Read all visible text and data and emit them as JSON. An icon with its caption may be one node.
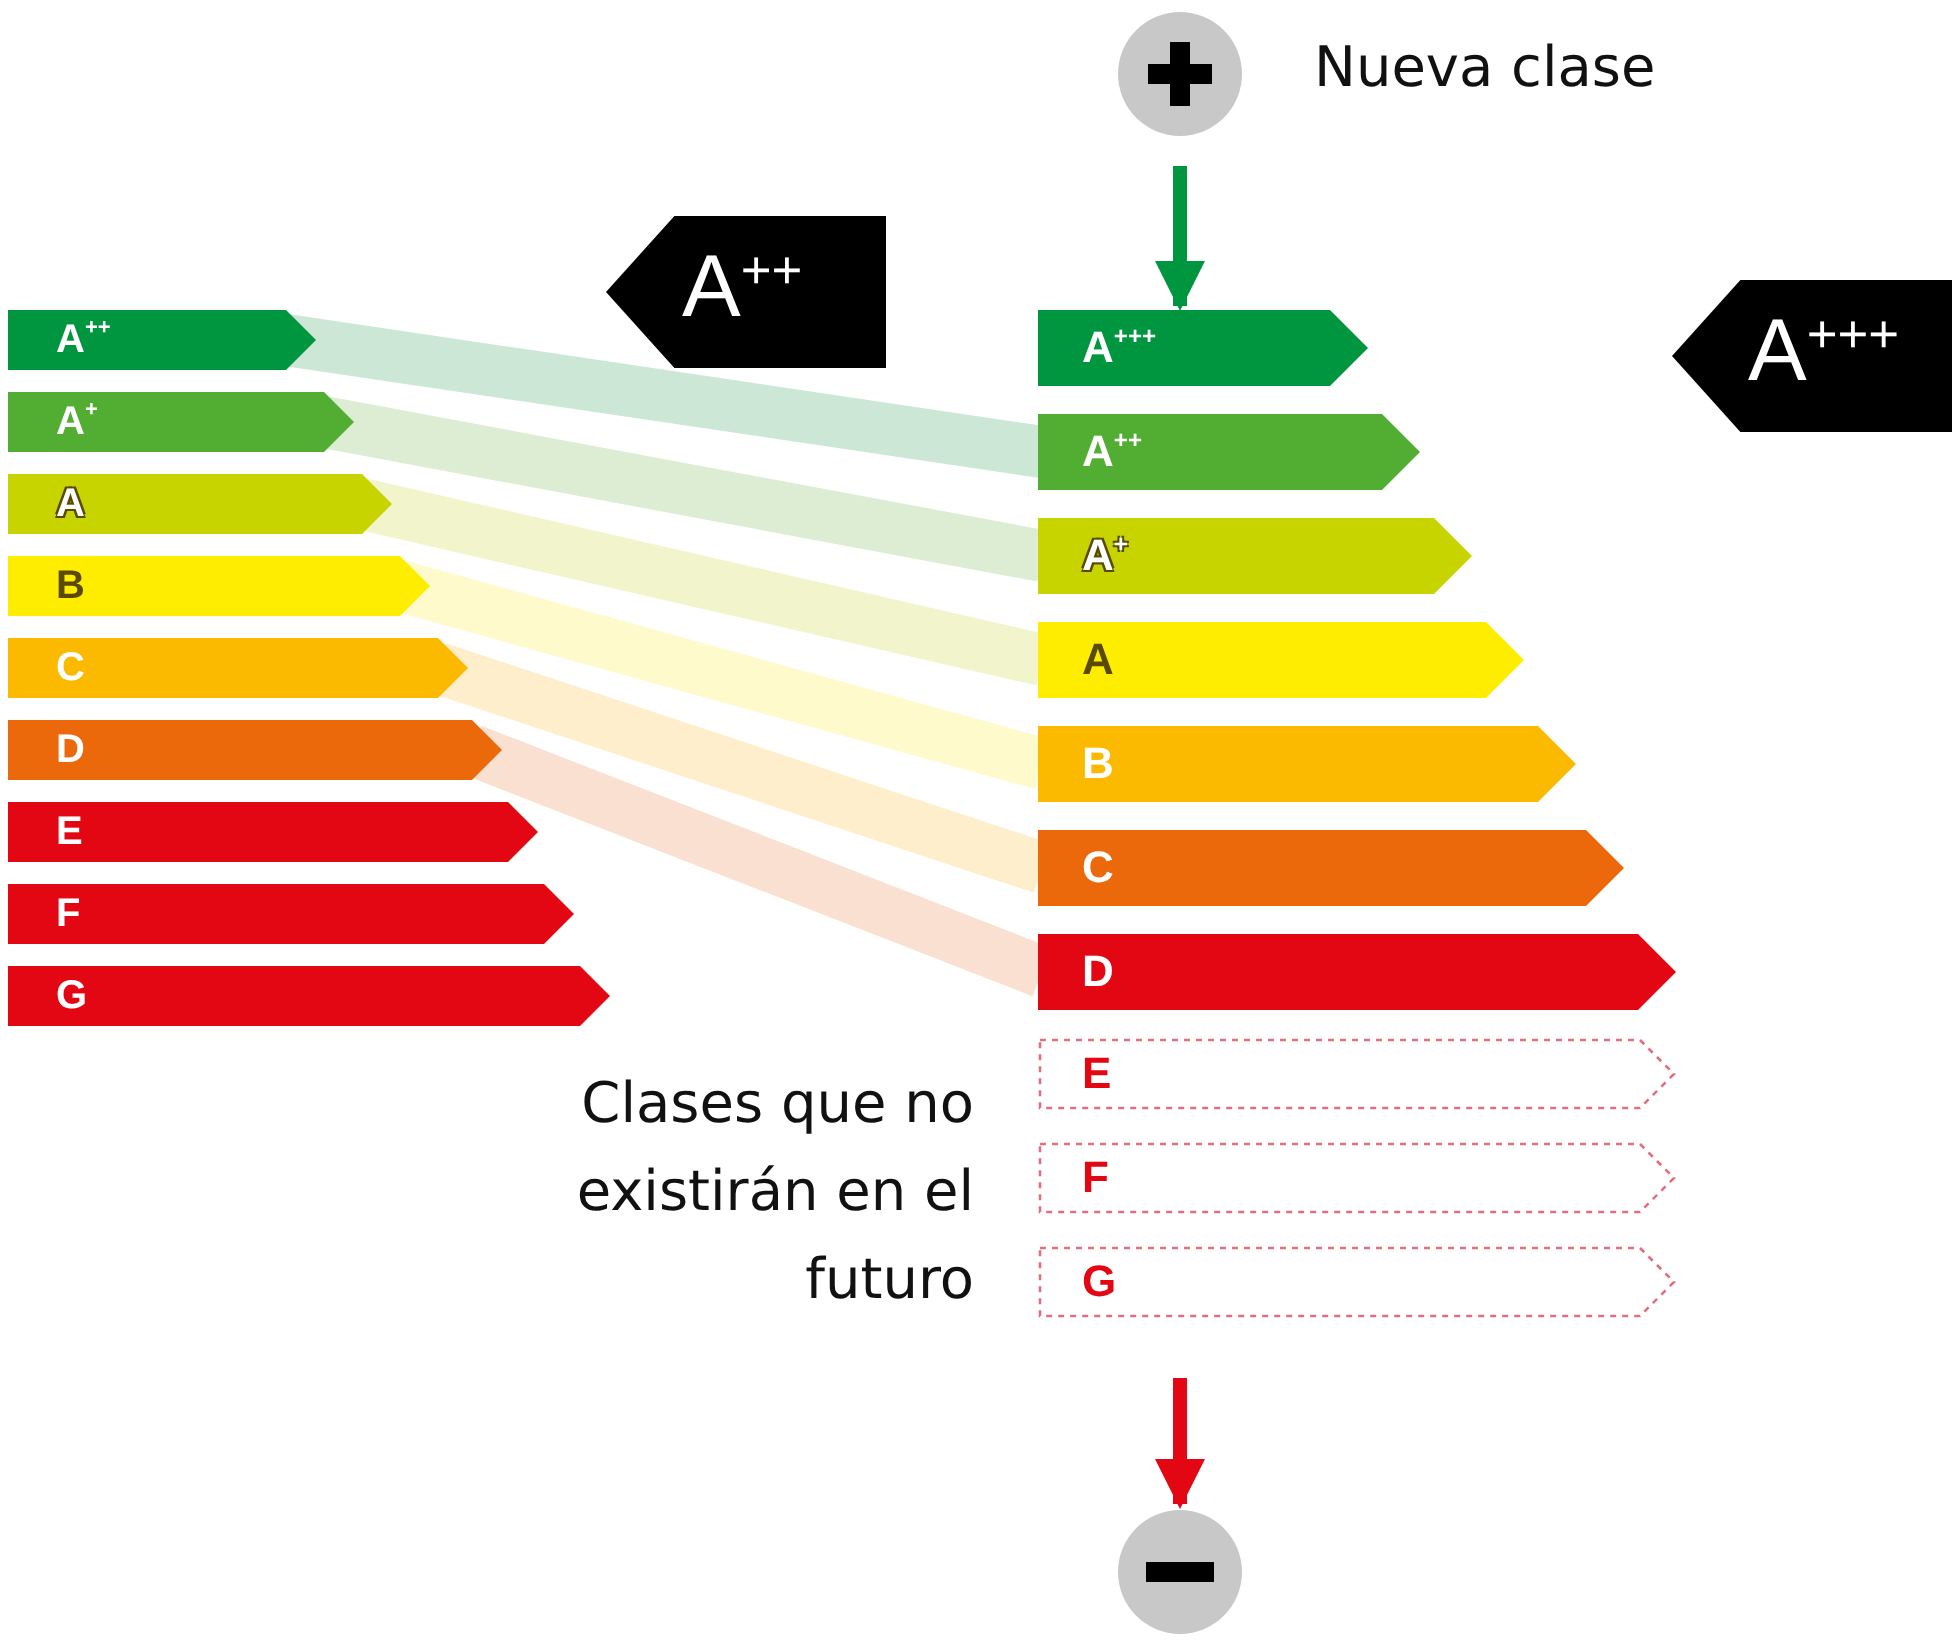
{
  "diagram": {
    "nodes": [
      {
        "text": [
          "A$^{++}$"
        ]
      },
      {
        "text": [
          "A$^{+}$"
        ]
      },
      {
        "text": [
          "A"
        ]
      },
      {
        "text": [
          "B"
        ]
      },
      {
        "text": [
          "C"
        ]
      },
      {
        "text": [
          "D"
        ]
      },
      {
        "text": [
          "E"
        ]
      },
      {
        "text": [
          "F"
        ]
      },
      {
        "text": [
          "G"
        ]
      },
      {
        "text": [
          "A$^{++}$"
        ]
      },
      {
        "text": [],
        "shape": "circle",
        "beside": [
          "Nueva clase"
        ]
      },
      {
        "text": [
          "A$^{+++}$"
        ]
      },
      {
        "text": [
          "A$^{++}$"
        ]
      },
      {
        "text": [
          "A$^{+}$"
        ]
      },
      {
        "text": [
          "A"
        ]
      },
      {
        "text": [
          "B"
        ]
      },
      {
        "text": [
          "C"
        ]
      },
      {
        "text": [
          "D"
        ]
      },
      {
        "text": [
          "E"
        ]
      },
      {
        "text": [
          "F"
        ]
      },
      {
        "text": [
          "G"
        ]
      },
      {
        "text": [
          "A$^{+++}$"
        ]
      },
      {
        "text": [],
        "shape": "circle"
      }
    ],
    "edges": [
      {
        "from": 10,
        "to": 11,
        "arrow": "to",
        "color": "#009640"
      },
      {
        "from": 0,
        "to": 12,
        "arrow": "none",
        "color": "#cde7d6"
      },
      {
        "from": 1,
        "to": 13,
        "arrow": "none",
        "color": "#dcedd3"
      },
      {
        "from": 2,
        "to": 14,
        "arrow": "none",
        "color": "#f2f5cc"
      },
      {
        "from": 3,
        "to": 15,
        "arrow": "none",
        "color": "#fffacc"
      },
      {
        "from": 4,
        "to": 16,
        "arrow": "none",
        "color": "#feeecc"
      },
      {
        "from": 5,
        "to": 17,
        "arrow": "none",
        "color": "#f9e0d0"
      },
      {
        "from": 20,
        "to": 22,
        "arrow": "to",
        "color": "#e30613"
      }
    ],
    "labels": [
      "Clases que no existirán en el futuro"
    ]
  }
}
